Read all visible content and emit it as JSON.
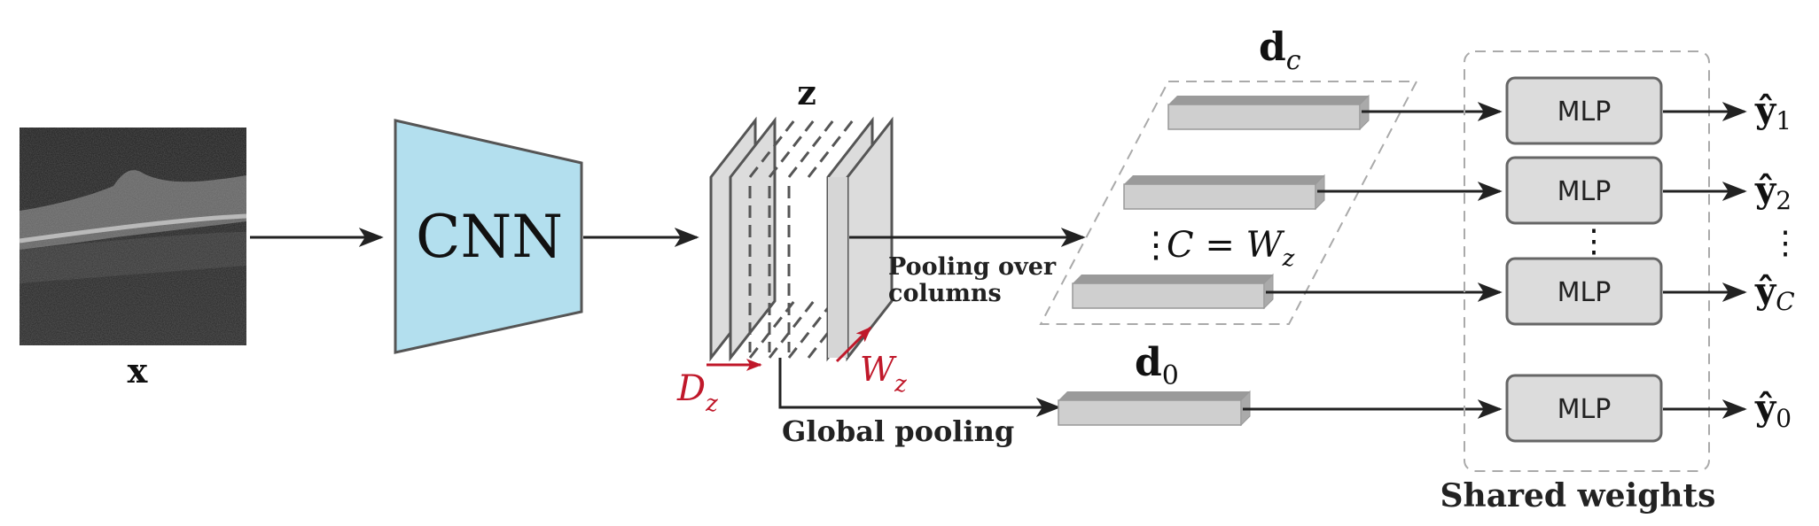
{
  "input": {
    "label": "x"
  },
  "encoder": {
    "label": "CNN"
  },
  "feature_map": {
    "label": "z",
    "depth_label": "D",
    "depth_sub": "z",
    "width_label": "W",
    "width_sub": "z"
  },
  "column_pooling": {
    "label_line1": "Pooling over",
    "label_line2": "columns"
  },
  "global_pooling": {
    "label": "Global pooling"
  },
  "column_descriptors": {
    "label": "d",
    "sub": "c",
    "relation_dots": "⋮",
    "relation": "C = W",
    "relation_sub": "z"
  },
  "global_descriptor": {
    "label": "d",
    "sub": "0"
  },
  "heads": {
    "mlp_label": "MLP",
    "dots": "⋮",
    "shared_label": "Shared weights",
    "outputs": [
      {
        "label": "ŷ",
        "sub": "1"
      },
      {
        "label": "ŷ",
        "sub": "2"
      },
      {
        "label": "ŷ",
        "sub": "C"
      },
      {
        "label": "ŷ",
        "sub": "0"
      }
    ],
    "output_dots": "⋮"
  },
  "colors": {
    "cnn_fill": "#b3dfee",
    "accent_red": "#c0182a",
    "box_fill": "#dcdcdc",
    "line": "#222222"
  }
}
